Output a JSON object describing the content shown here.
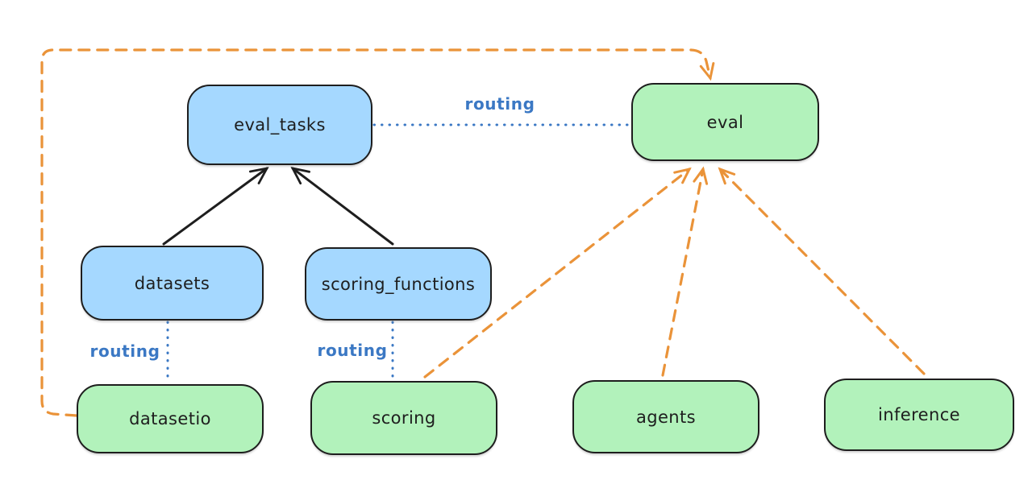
{
  "colors": {
    "node_blue_fill": "#a5d8ff",
    "node_green_fill": "#b2f2bb",
    "node_border": "#1e1e1e",
    "routing_blue": "#3b78c4",
    "orange_dashed": "#ea9339",
    "background": "#ffffff"
  },
  "diagram": {
    "nodes": [
      {
        "id": "eval_tasks",
        "label": "eval_tasks",
        "color": "blue"
      },
      {
        "id": "eval",
        "label": "eval",
        "color": "green"
      },
      {
        "id": "datasets",
        "label": "datasets",
        "color": "blue"
      },
      {
        "id": "scoring_functions",
        "label": "scoring_functions",
        "color": "blue"
      },
      {
        "id": "datasetio",
        "label": "datasetio",
        "color": "green"
      },
      {
        "id": "scoring",
        "label": "scoring",
        "color": "green"
      },
      {
        "id": "agents",
        "label": "agents",
        "color": "green"
      },
      {
        "id": "inference",
        "label": "inference",
        "color": "green"
      }
    ],
    "routing_labels": [
      {
        "text": "routing",
        "between": "eval_tasks-eval"
      },
      {
        "text": "routing",
        "between": "datasets-datasetio"
      },
      {
        "text": "routing",
        "between": "scoring_functions-scoring"
      }
    ],
    "edges": [
      {
        "from": "datasets",
        "to": "eval_tasks",
        "style": "solid",
        "color": "black",
        "arrow": true
      },
      {
        "from": "scoring_functions",
        "to": "eval_tasks",
        "style": "solid",
        "color": "black",
        "arrow": true
      },
      {
        "from": "eval_tasks",
        "to": "eval",
        "style": "dotted",
        "color": "blue",
        "label": "routing",
        "arrow": false
      },
      {
        "from": "datasets",
        "to": "datasetio",
        "style": "dotted",
        "color": "blue",
        "label": "routing",
        "arrow": false
      },
      {
        "from": "scoring_functions",
        "to": "scoring",
        "style": "dotted",
        "color": "blue",
        "label": "routing",
        "arrow": false
      },
      {
        "from": "datasetio",
        "to": "eval",
        "style": "dashed",
        "color": "orange",
        "arrow": true
      },
      {
        "from": "scoring",
        "to": "eval",
        "style": "dashed",
        "color": "orange",
        "arrow": true
      },
      {
        "from": "agents",
        "to": "eval",
        "style": "dashed",
        "color": "orange",
        "arrow": true
      },
      {
        "from": "inference",
        "to": "eval",
        "style": "dashed",
        "color": "orange",
        "arrow": true
      }
    ]
  }
}
